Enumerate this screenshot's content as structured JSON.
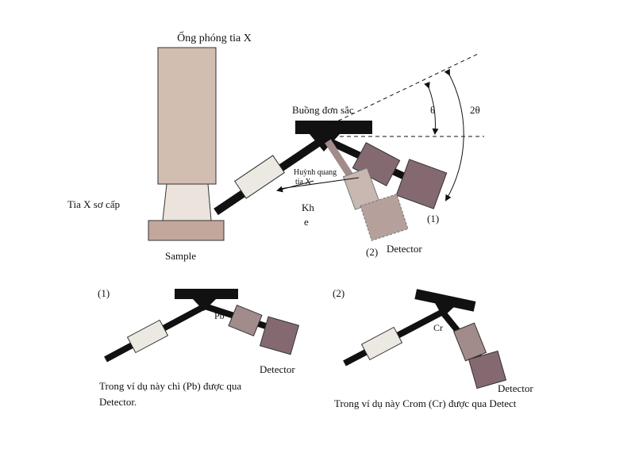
{
  "labels": {
    "xray_tube": "Ống phóng tia X",
    "crystal_chamber": "Buồng đơn sắc",
    "theta": "θ",
    "two_theta": "2θ",
    "fluorescence_line1": "Huỳnh quang",
    "fluorescence_line2": "tia X",
    "slit_line1": "Kh",
    "slit_line2": "e",
    "primary_xray": "Tia X sơ cấp",
    "sample": "Sample",
    "position_1": "(1)",
    "position_2": "(2)",
    "detector": "Detector"
  },
  "example1": {
    "number": "(1)",
    "element": "Pb",
    "detector": "Detector",
    "caption_line1": "Trong ví dụ này chì (Pb) được qua",
    "caption_line2": "Detector."
  },
  "example2": {
    "number": "(2)",
    "element": "Cr",
    "detector": "Detector",
    "caption": "Trong ví dụ này Crom (Cr) được qua Detect"
  },
  "colors": {
    "tube": "#d2bdb1",
    "sample": "#c4a79c",
    "collimator": "#ece8e2",
    "detector_dark": "#846a70",
    "detector_medium": "#a28b8b",
    "detector_light": "#c9b8b2",
    "beam": "#111111"
  }
}
